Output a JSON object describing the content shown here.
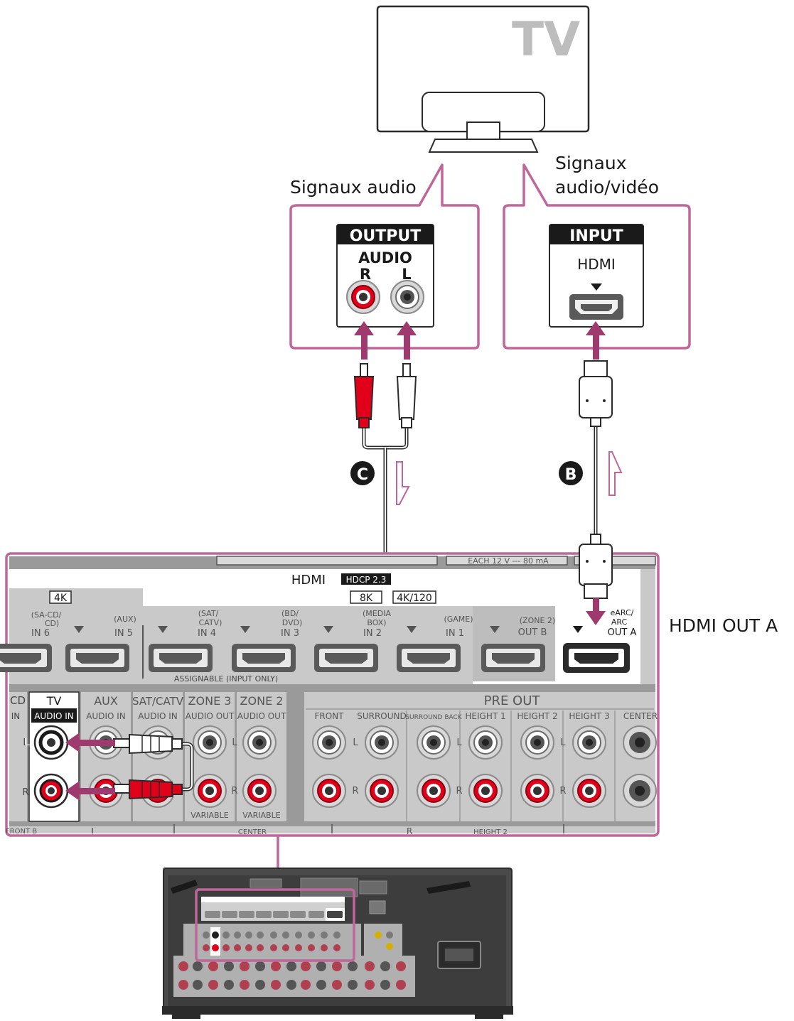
{
  "tv": {
    "label": "TV",
    "callout_audio": "Signaux audio",
    "callout_av_line1": "Signaux",
    "callout_av_line2": "audio/vidéo",
    "output_panel": {
      "title": "OUTPUT",
      "sub": "AUDIO",
      "r": "R",
      "l": "L"
    },
    "input_panel": {
      "title": "INPUT",
      "sub": "HDMI"
    }
  },
  "cables": {
    "c_marker": "C",
    "b_marker": "B"
  },
  "receiver": {
    "callout": "HDMI OUT A",
    "top_strip": "EACH 12 V --- 80 mA",
    "hdmi_title": "HDMI",
    "hdcp": "HDCP 2.3",
    "label_4k": "4K",
    "label_8k": "8K",
    "label_4k120": "4K/120",
    "hdmi_inputs": [
      {
        "top": "(SA-CD/",
        "mid": "CD)",
        "name": "IN 6"
      },
      {
        "top": "",
        "mid": "(AUX)",
        "name": "IN 5"
      },
      {
        "top": "(SAT/",
        "mid": "CATV)",
        "name": "IN 4"
      },
      {
        "top": "(BD/",
        "mid": "DVD)",
        "name": "IN 3"
      },
      {
        "top": "(MEDIA",
        "mid": "BOX)",
        "name": "IN 2"
      },
      {
        "top": "",
        "mid": "(GAME)",
        "name": "IN 1"
      }
    ],
    "assignable": "ASSIGNABLE (INPUT ONLY)",
    "out_b": {
      "top": "(ZONE 2)",
      "name": "OUT B"
    },
    "out_a": {
      "top": "eARC/",
      "mid": "ARC",
      "name": "OUT A"
    },
    "audio_groups": [
      {
        "name": "CD",
        "sub": "IN"
      },
      {
        "name": "TV",
        "sub": "AUDIO IN"
      },
      {
        "name": "AUX",
        "sub": "AUDIO IN"
      },
      {
        "name": "SAT/CATV",
        "sub": "AUDIO IN"
      },
      {
        "name": "ZONE 3",
        "sub": "AUDIO OUT"
      },
      {
        "name": "ZONE 2",
        "sub": "AUDIO OUT"
      }
    ],
    "pre_out": "PRE OUT",
    "pre_out_channels": [
      "FRONT",
      "SURROUND",
      "SURROUND BACK",
      "HEIGHT 1",
      "HEIGHT 2",
      "HEIGHT 3",
      "CENTER"
    ],
    "variable": "VARIABLE",
    "l": "L",
    "r": "R",
    "bottom_labels": [
      "FRONT B",
      "CENTER",
      "R",
      "HEIGHT 2"
    ]
  },
  "colors": {
    "accent": "#c0679a",
    "arrow": "#9e3a6e",
    "red_plug": "#e0001a",
    "dark": "#2b2b2b",
    "panel_grey": "#c9c9c9"
  }
}
